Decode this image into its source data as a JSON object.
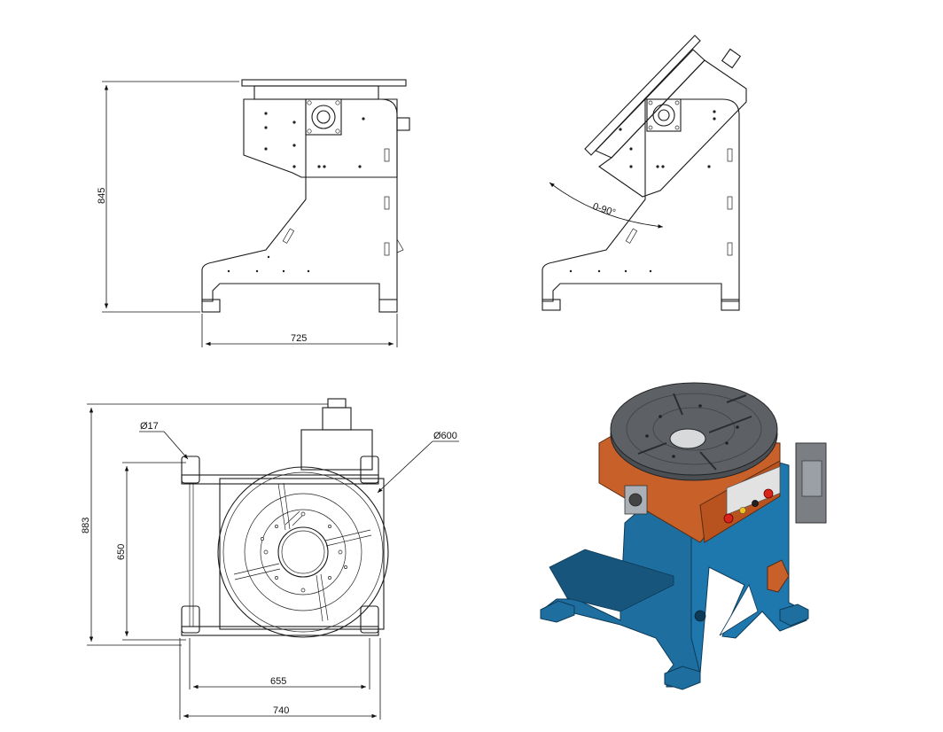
{
  "dimensions": {
    "height_side": "845",
    "width_side": "725",
    "tilt_range": "0-90°",
    "hole_dia": "Ø17",
    "table_dia": "Ø600",
    "depth_total": "883",
    "hole_spacing_y": "650",
    "hole_spacing_x": "655",
    "width_total": "740"
  },
  "colors": {
    "line": "#1a1a1a",
    "base_blue": "#1e6fa0",
    "housing_orange": "#c8602a",
    "table_gray": "#5d6166",
    "button_red": "#d9241c",
    "button_yellow": "#f2c21b"
  }
}
